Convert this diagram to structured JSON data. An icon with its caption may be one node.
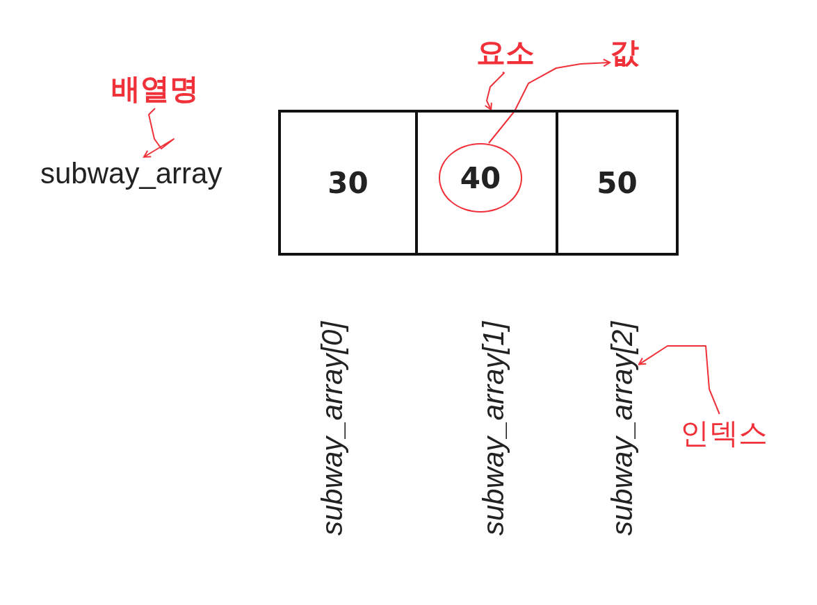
{
  "diagram": {
    "nodes": [
      {
        "text": [
          "요소"
        ]
      },
      {
        "text": [
          "값"
        ]
      },
      {
        "text": [
          "배열명"
        ]
      },
      {
        "text": [
          "subway_array"
        ]
      },
      {
        "text": [
          "30"
        ]
      },
      {
        "text": [],
        "shape": "box"
      },
      {
        "text": [
          "40"
        ],
        "in": 5
      },
      {
        "text": [
          "50"
        ]
      },
      {
        "text": [
          "subway_array[0]"
        ]
      },
      {
        "text": [
          "subway_array[1]"
        ]
      },
      {
        "text": [
          "subway_array[2]"
        ]
      },
      {
        "text": [
          "인덱스"
        ]
      }
    ],
    "edges": [
      {
        "from": 2,
        "to": 3,
        "arrow": "to"
      },
      {
        "from": 0,
        "to": 5,
        "arrow": "to"
      },
      {
        "from": 6,
        "to": 1,
        "arrow": "to"
      },
      {
        "from": 11,
        "to": 10,
        "arrow": "to"
      }
    ]
  }
}
